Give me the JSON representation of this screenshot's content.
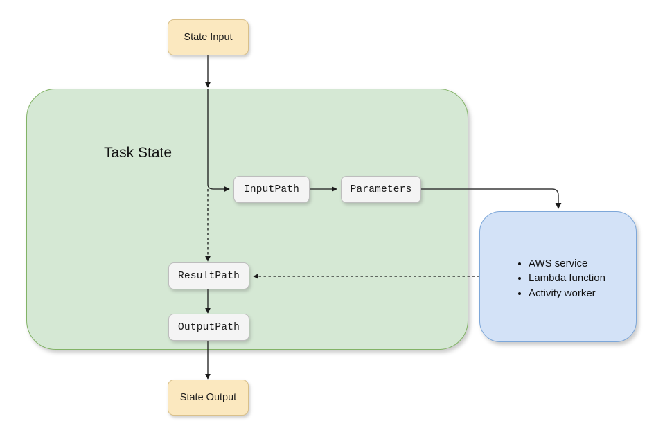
{
  "diagram": {
    "title": "AWS Step Functions Task State data flow",
    "colors": {
      "state_box_fill": "#fbe8bf",
      "state_box_border": "#d9c08a",
      "field_box_fill": "#f4f4f4",
      "field_box_border": "#bdbdbd",
      "task_state_fill": "#d5e8d4",
      "task_state_border": "#82b366",
      "resource_fill": "#d3e2f7",
      "resource_border": "#7da7d9",
      "edge": "#333333"
    },
    "nodes": {
      "state_input": {
        "label": "State Input"
      },
      "state_output": {
        "label": "State Output"
      },
      "task_state": {
        "label": "Task State"
      },
      "input_path": {
        "label": "InputPath"
      },
      "parameters": {
        "label": "Parameters"
      },
      "result_path": {
        "label": "ResultPath"
      },
      "output_path": {
        "label": "OutputPath"
      },
      "resource": {
        "items": [
          "AWS service",
          "Lambda function",
          "Activity worker"
        ]
      }
    },
    "edges": [
      {
        "from": "State Input",
        "to": "Task State",
        "style": "solid"
      },
      {
        "from": "Task State",
        "to": "InputPath",
        "style": "solid"
      },
      {
        "from": "InputPath",
        "to": "Parameters",
        "style": "solid"
      },
      {
        "from": "Parameters",
        "to": "Resource",
        "style": "solid"
      },
      {
        "from": "Resource",
        "to": "ResultPath",
        "style": "dashed"
      },
      {
        "from": "State Input",
        "to": "ResultPath",
        "style": "dashed"
      },
      {
        "from": "ResultPath",
        "to": "OutputPath",
        "style": "solid"
      },
      {
        "from": "OutputPath",
        "to": "State Output",
        "style": "solid"
      }
    ]
  }
}
